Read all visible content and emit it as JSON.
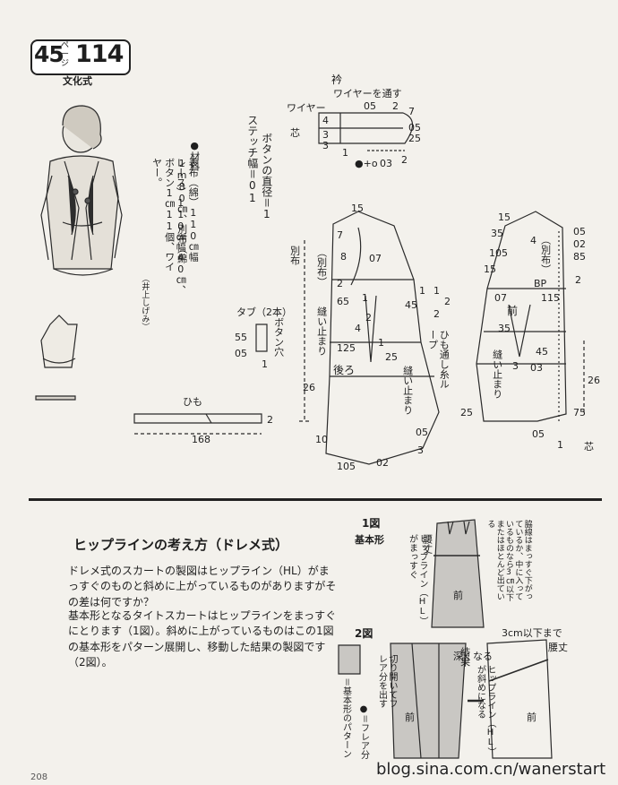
{
  "badge": {
    "number": "45",
    "unit": "ペ\nージ",
    "id": "114",
    "system": "文化式"
  },
  "materials": {
    "title": "●材料",
    "line1": "表布（綿）110㎝幅1m80㎝、別布（綿",
    "line2": "レース）110㎝幅40㎝、ボタン1㎝11個、ワイ",
    "line3": "ヤー。",
    "credit": "（井上しげみ）"
  },
  "notes": {
    "button": "ボタンの直径＝1",
    "stitch": "ステッチ幅＝01"
  },
  "collar": {
    "title": "衿",
    "wire_through": "ワイヤーを通す",
    "wire": "ワイヤー",
    "core": "芯",
    "symbol": "●+o",
    "vals": [
      "05",
      "2",
      "7",
      "4",
      "3",
      "3",
      "05",
      "25",
      "03",
      "2",
      "1"
    ]
  },
  "tab": {
    "title": "タブ（2本）",
    "buttonhole": "ボタン穴",
    "vals": [
      "55",
      "05",
      "1"
    ]
  },
  "himo": {
    "title": "ひも",
    "width": "2",
    "length": "168"
  },
  "back": {
    "label": "後ろ",
    "betsununo": "別布",
    "betsununo2": "（別布）",
    "seam": "縫い止まり",
    "seam2": "縫い止まり",
    "loop": "ひも通し糸ループ",
    "vals": [
      "15",
      "7",
      "8",
      "2",
      "07",
      "65",
      "2",
      "4",
      "125",
      "25",
      "1",
      "45",
      "2",
      "10",
      "26",
      "05",
      "3",
      "105",
      "02",
      "1",
      "1",
      "2",
      "1"
    ]
  },
  "front": {
    "label": "前",
    "betsununo": "（別布）",
    "seam": "縫い止まり",
    "bp": "BP",
    "core": "芯",
    "vals": [
      "15",
      "35",
      "4",
      "05",
      "02",
      "85",
      "105",
      "15",
      "2",
      "07",
      "115",
      "35",
      "45",
      "3",
      "03",
      "25",
      "05",
      "26",
      "75",
      "1"
    ]
  },
  "section": {
    "title": "ヒップラインの考え方（ドレメ式）",
    "para1": "ドレメ式のスカートの製図はヒップライン（HL）がまっすぐのものと斜めに上がっているものがありますがその差は何ですか？",
    "para2": "基本形となるタイトスカートはヒップラインをまっすぐにとります（1図）。斜めに上がっているものはこの1図の基本形をパターン展開し、移動した結果の製図です（2図）。"
  },
  "fig1": {
    "title": "1図",
    "subtitle": "基本形",
    "waist": "腰丈",
    "hl": "ヒップライン（HL）がまっすぐ",
    "front": "前",
    "note": "脇線はまっすぐ下がっているか、中に入っているものなら3㎝以下またはほとんど出ている",
    "hem": "3cm以下まで"
  },
  "fig2": {
    "title": "2図",
    "legend1": "＝基本形のパターン",
    "legend2": "●＝フレア分",
    "cut": "切り開いてフレア分を出す",
    "result": "結果",
    "deeper": "深くなる",
    "waist": "腰丈",
    "hl": "ヒップライン（HL）が斜めになる",
    "front": "前"
  },
  "footer": {
    "site": "blog.sina.com.cn/wanerstart",
    "page": "208"
  }
}
